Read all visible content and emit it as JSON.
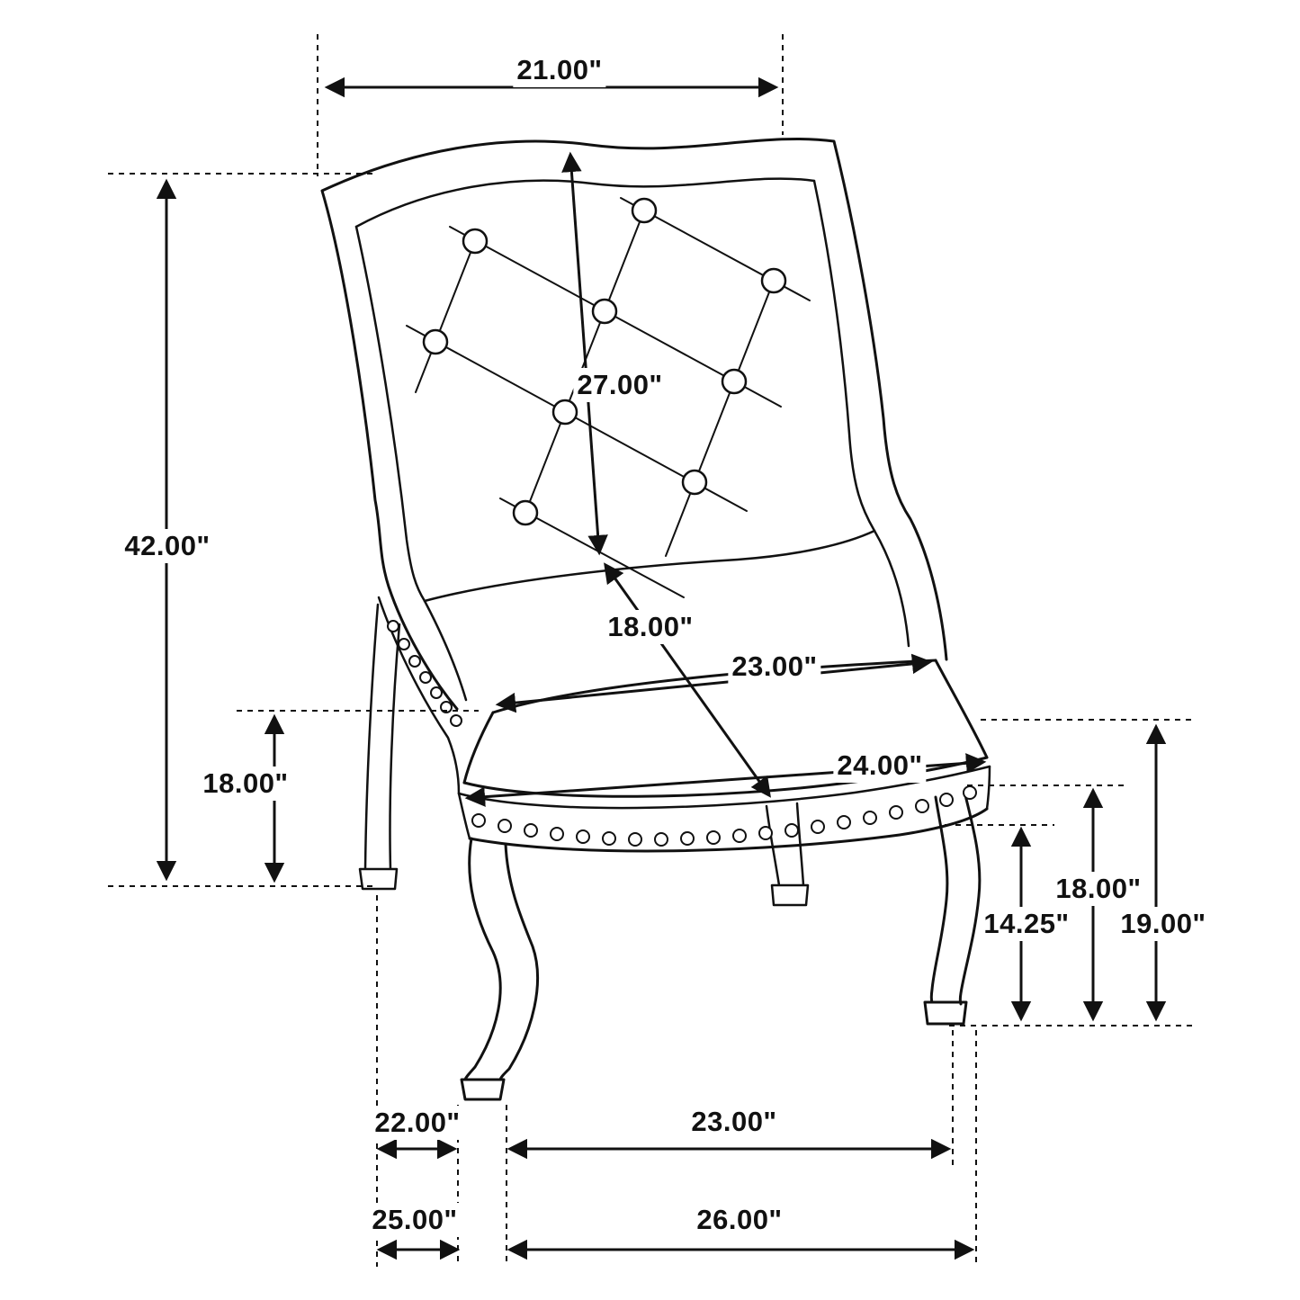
{
  "diagram": {
    "subject": "wingback tufted dining arm chair dimension drawing",
    "line_color": "#111111",
    "background_color": "#ffffff",
    "labels": {
      "back_width_top": "21.00\"",
      "overall_height": "42.00\"",
      "back_height_diagonal": "27.00\"",
      "seat_depth_diagonal": "18.00\"",
      "seat_width_back": "23.00\"",
      "seat_width_front": "24.00\"",
      "seat_height_side": "18.00\"",
      "height_right_mid": "18.00\"",
      "height_right_inner": "14.25\"",
      "height_right_outer": "19.00\"",
      "base_depth_front": "22.00\"",
      "base_width_inner": "23.00\"",
      "base_depth_outer": "25.00\"",
      "base_width_outer": "26.00\""
    }
  }
}
